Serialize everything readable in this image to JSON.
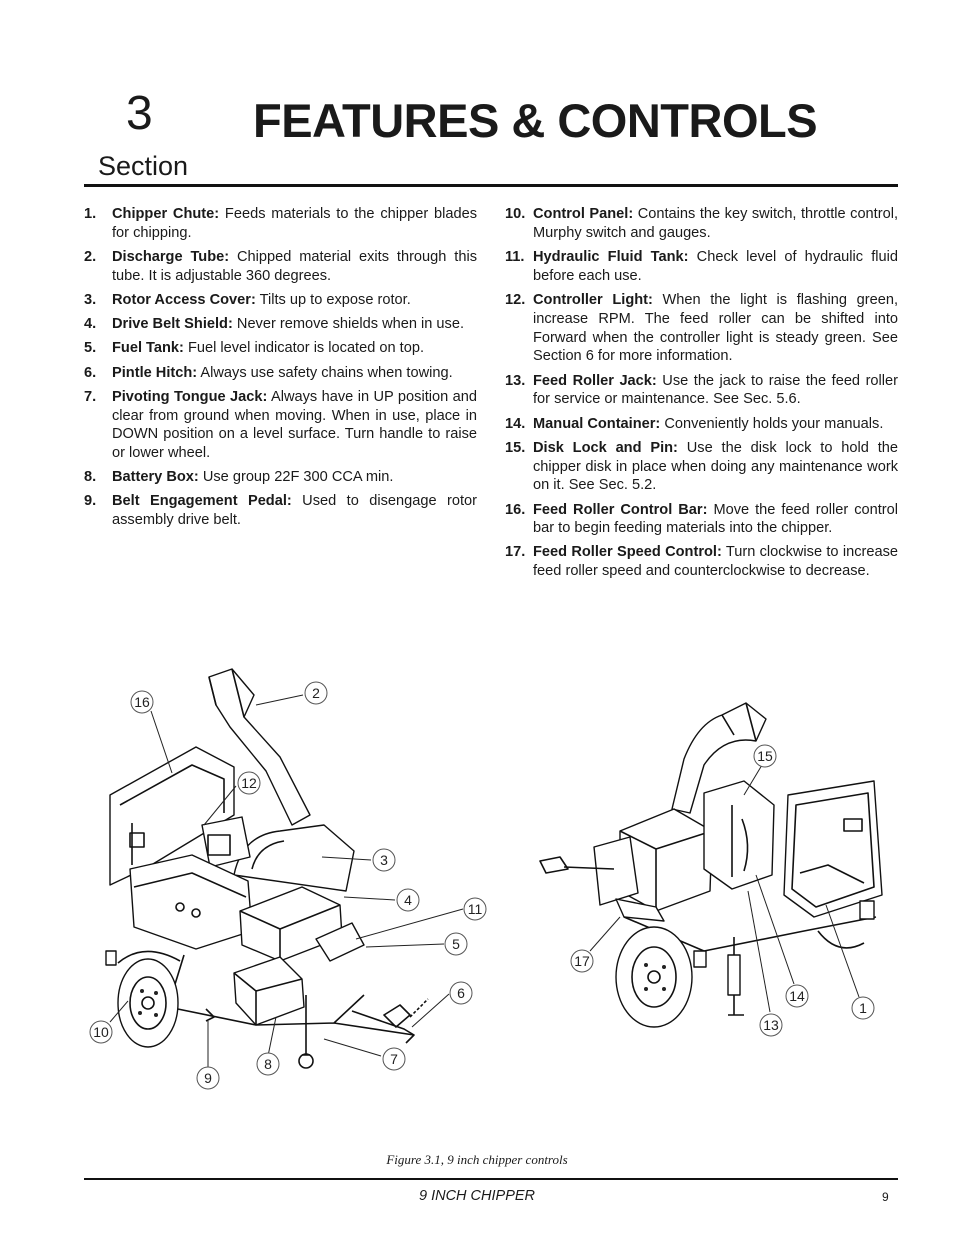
{
  "header": {
    "section_number": "3",
    "section_label": "Section",
    "title": "FEATURES & CONTROLS"
  },
  "items_left": [
    {
      "num": "1.",
      "term": "Chipper Chute:",
      "text": " Feeds materials to the chipper blades for chipping."
    },
    {
      "num": "2.",
      "term": "Discharge Tube:",
      "text": " Chipped material exits through this tube. It is adjustable 360 degrees."
    },
    {
      "num": "3.",
      "term": "Rotor Access Cover:",
      "text": " Tilts up to expose rotor."
    },
    {
      "num": "4.",
      "term": "Drive Belt Shield:",
      "text": " Never remove shields when in use."
    },
    {
      "num": "5.",
      "term": "Fuel Tank:",
      "text": " Fuel level indicator is located on top."
    },
    {
      "num": "6.",
      "term": "Pintle Hitch:",
      "text": " Always use safety chains when towing."
    },
    {
      "num": "7.",
      "term": "Pivoting Tongue Jack:",
      "text": " Always have in UP position and clear from ground when moving. When in use, place in DOWN position on a level surface. Turn handle to raise or lower wheel."
    },
    {
      "num": "8.",
      "term": "Battery Box:",
      "text": " Use group 22F 300 CCA min."
    },
    {
      "num": "9.",
      "term": "Belt Engagement Pedal:",
      "text": " Used to disengage rotor assembly drive belt."
    }
  ],
  "items_right": [
    {
      "num": "10.",
      "term": "Control Panel:",
      "text": " Contains the key switch, throttle control, Murphy switch and gauges."
    },
    {
      "num": "11.",
      "term": "Hydraulic Fluid Tank:",
      "text": " Check level of hydraulic fluid before each use."
    },
    {
      "num": "12.",
      "term": "Controller Light:",
      "text": " When the light is flashing green, increase RPM. The feed roller can be shifted into Forward when the controller light is steady green. See Section 6 for more information."
    },
    {
      "num": "13.",
      "term": "Feed Roller Jack:",
      "text": " Use the jack to raise the feed roller for service or maintenance. See Sec. 5.6."
    },
    {
      "num": "14.",
      "term": "Manual Container:",
      "text": " Conveniently holds your manuals."
    },
    {
      "num": "15.",
      "term": "Disk Lock and Pin:",
      "text": " Use the disk lock to hold the chipper disk in place when doing any maintenance work on it. See Sec. 5.2."
    },
    {
      "num": "16.",
      "term": "Feed Roller Control Bar:",
      "text": " Move the feed roller control bar to begin feeding materials into the chipper."
    },
    {
      "num": "17.",
      "term": "Feed Roller Speed Control:",
      "text": " Turn clockwise to increase feed roller speed and counterclockwise to decrease."
    }
  ],
  "figure": {
    "callouts": [
      "1",
      "2",
      "3",
      "4",
      "5",
      "6",
      "7",
      "8",
      "9",
      "10",
      "11",
      "12",
      "13",
      "14",
      "15",
      "16",
      "17"
    ],
    "caption": "Figure 3.1, 9 inch chipper controls"
  },
  "footer": {
    "title": "9 INCH CHIPPER",
    "page_number": "9"
  }
}
